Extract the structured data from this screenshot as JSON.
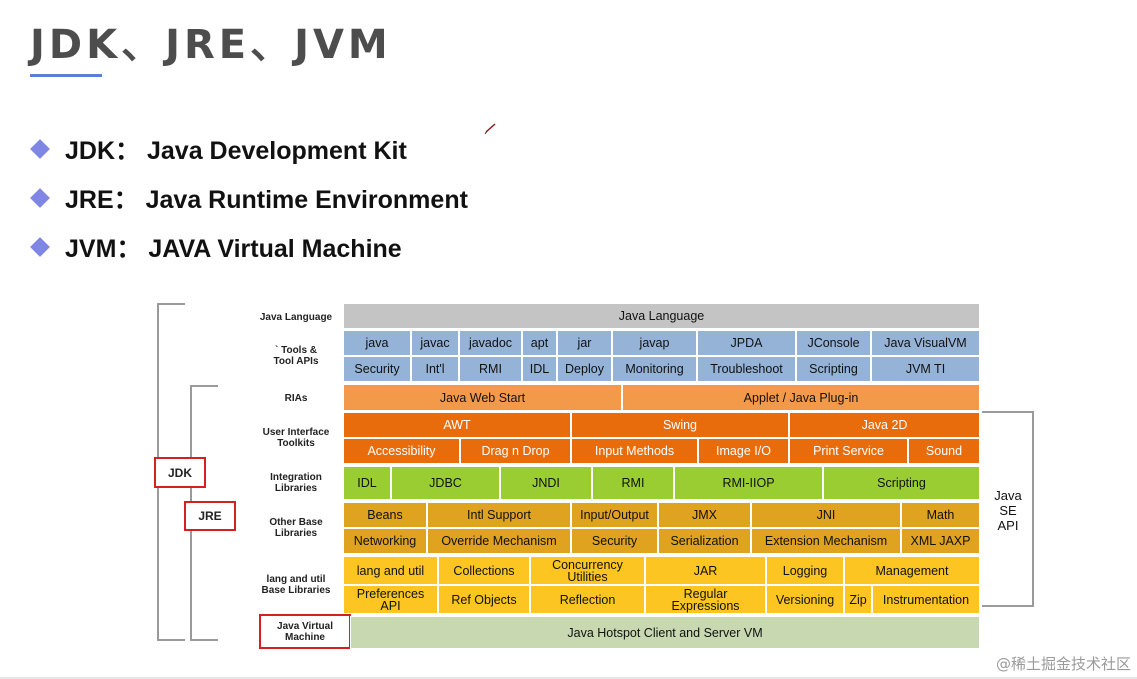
{
  "slide": {
    "title": "JDK、JRE、JVM",
    "bullets": [
      {
        "term": "JDK",
        "sep": "：",
        "desc": "Java Development Kit"
      },
      {
        "term": "JRE",
        "sep": "：",
        "desc": "Java Runtime Environment"
      },
      {
        "term": "JVM",
        "sep": "：",
        "desc": "JAVA Virtual Machine"
      }
    ],
    "watermark": "@稀土掘金技术社区"
  },
  "colors": {
    "accent": "#5b7fd6",
    "bullet": "#7f86e4",
    "gray_row": "#c4c4c4",
    "blue_row": "#95b3d7",
    "light_orange": "#f39a4a",
    "orange": "#e96c0c",
    "green": "#9acd32",
    "gold": "#e0a320",
    "yellow": "#fcc521",
    "vm_green": "#c8d8b0",
    "highlight_red": "#d42020"
  },
  "diagram": {
    "row_labels": [
      "Java Language",
      "` Tools &\nTool APIs",
      "RIAs",
      "User Interface\nToolkits",
      "Integration\nLibraries",
      "Other Base\nLibraries",
      "lang and util\nBase Libraries"
    ],
    "boxes": {
      "jdk": "JDK",
      "jre": "JRE",
      "jvm": "Java Virtual\nMachine"
    },
    "java_se_api": "Java\nSE\nAPI",
    "rows": [
      {
        "color": "gray_row",
        "cells": [
          "Java Language"
        ]
      },
      {
        "color": "blue_row",
        "cells": [
          "java",
          "javac",
          "javadoc",
          "apt",
          "jar",
          "javap",
          "JPDA",
          "JConsole",
          "Java VisualVM"
        ]
      },
      {
        "color": "blue_row",
        "cells": [
          "Security",
          "Int'l",
          "RMI",
          "IDL",
          "Deploy",
          "Monitoring",
          "Troubleshoot",
          "Scripting",
          "JVM TI"
        ]
      },
      {
        "color": "light_orange",
        "cells": [
          "Java Web Start",
          "Applet / Java Plug-in"
        ]
      },
      {
        "color": "orange",
        "cells": [
          "AWT",
          "Swing",
          "Java 2D"
        ]
      },
      {
        "color": "orange",
        "cells": [
          "Accessibility",
          "Drag n Drop",
          "Input Methods",
          "Image I/O",
          "Print Service",
          "Sound"
        ]
      },
      {
        "color": "green",
        "cells": [
          "IDL",
          "JDBC",
          "JNDI",
          "RMI",
          "RMI-IIOP",
          "Scripting"
        ]
      },
      {
        "color": "gold",
        "cells": [
          "Beans",
          "Intl Support",
          "Input/Output",
          "JMX",
          "JNI",
          "Math"
        ]
      },
      {
        "color": "gold",
        "cells": [
          "Networking",
          "Override Mechanism",
          "Security",
          "Serialization",
          "Extension Mechanism",
          "XML JAXP"
        ]
      },
      {
        "color": "yellow",
        "cells": [
          "lang and util",
          "Collections",
          "Concurrency\nUtilities",
          "JAR",
          "Logging",
          "Management"
        ]
      },
      {
        "color": "yellow",
        "cells": [
          "Preferences\nAPI",
          "Ref Objects",
          "Reflection",
          "Regular\nExpressions",
          "Versioning",
          "Zip",
          "Instrumentation"
        ]
      },
      {
        "color": "vm_green",
        "cells": [
          "Java Hotspot Client and Server VM"
        ]
      }
    ]
  }
}
